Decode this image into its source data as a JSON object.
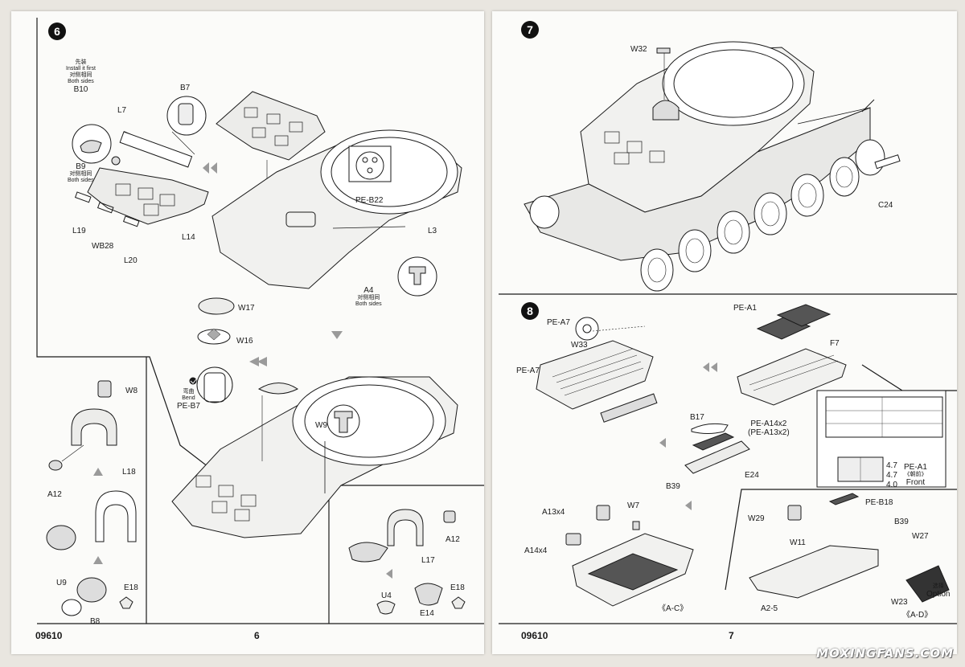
{
  "pages": [
    {
      "code": "09610",
      "number": "6",
      "step": "6",
      "labels": {
        "install_cn": "先装",
        "install_en": "Install it first",
        "both_cn_1": "对侧相同",
        "both_en_1": "Both sides",
        "B10": "B10",
        "B7": "B7",
        "L7": "L7",
        "B9": "B9",
        "both_cn_2": "对侧相同",
        "both_en_2": "Both sides",
        "L19": "L19",
        "WB28": "WB28",
        "L20": "L20",
        "L14": "L14",
        "PE-B22": "PE-B22",
        "L3": "L3",
        "A4": "A4",
        "both_cn_3": "对侧相同",
        "both_en_3": "Both sides",
        "W17": "W17",
        "W16": "W16",
        "W8": "W8",
        "A12_a": "A12",
        "L18": "L18",
        "U9": "U9",
        "E18_a": "E18",
        "B8": "B8",
        "bend_cn": "弯曲",
        "bend_en": "Bend",
        "PE-B7": "PE-B7",
        "W9": "W9",
        "A12_b": "A12",
        "L17": "L17",
        "U4": "U4",
        "E18_b": "E18",
        "E14": "E14"
      }
    },
    {
      "code": "09610",
      "number": "7",
      "step7": "7",
      "step8": "8",
      "labels": {
        "W32": "W32",
        "C24": "C24",
        "PE-A7_a": "PE-A7",
        "W33": "W33",
        "PE-A7_b": "PE-A7",
        "PE-A1": "PE-A1",
        "F7": "F7",
        "B17": "B17",
        "PE-A14x2": "PE-A14x2",
        "PE-A13x2": "(PE-A13x2)",
        "E24": "E24",
        "dim1": "4.7",
        "dim2": "4.7",
        "dim3": "4.0",
        "pe_a1_note": "PE-A1",
        "front_cn": "《朝前》",
        "front_en": "Front",
        "B39_a": "B39",
        "W7": "W7",
        "A13x4": "A13x4",
        "A14x4": "A14x4",
        "ac_tag": "《A-C》",
        "PE-B18": "PE-B18",
        "W29": "W29",
        "B39_b": "B39",
        "W11": "W11",
        "W27": "W27",
        "option_cn": "选择",
        "option_en": "Option",
        "W23": "W23",
        "A2-5": "A2-5",
        "ad_tag": "《A-D》"
      }
    }
  ],
  "watermark": "MOXINGFANS.COM",
  "colors": {
    "ink": "#1a1a1a",
    "paper": "#fbfbf9",
    "part_fill": "#ececea"
  }
}
